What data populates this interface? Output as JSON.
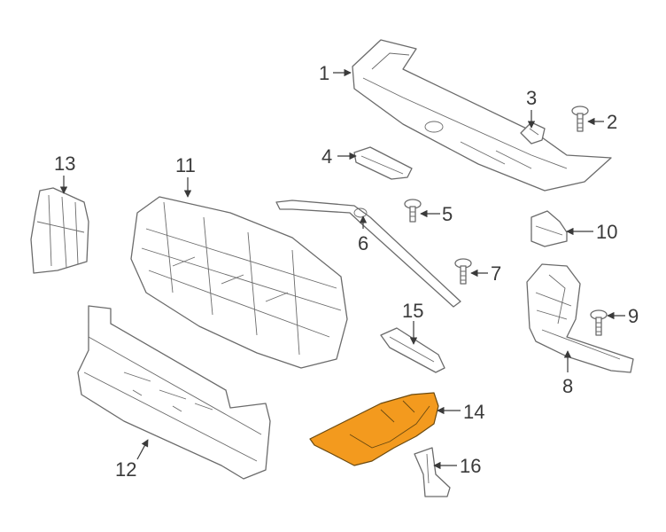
{
  "colors": {
    "highlight": "#f39a1e",
    "line": "#6b6b6b",
    "text": "#3a3a3a"
  },
  "callouts": {
    "c1": "1",
    "c2": "2",
    "c3": "3",
    "c4": "4",
    "c5": "5",
    "c6": "6",
    "c7": "7",
    "c8": "8",
    "c9": "9",
    "c10": "10",
    "c11": "11",
    "c12": "12",
    "c13": "13",
    "c14": "14",
    "c15": "15",
    "c16": "16"
  }
}
